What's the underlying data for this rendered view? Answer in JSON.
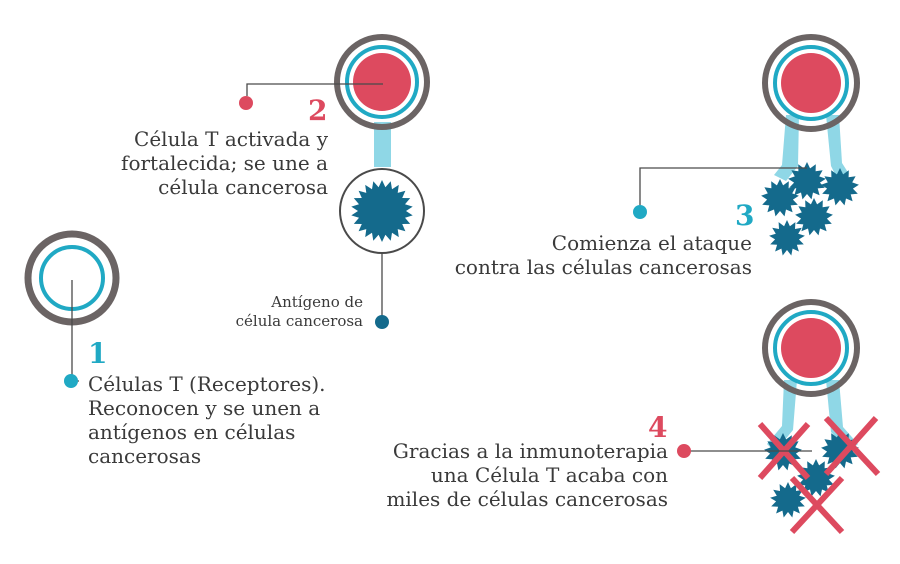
{
  "colors": {
    "cell_ring": "#6b6464",
    "receptor": "#20a9c4",
    "core": "#dd4a5f",
    "cancer": "#146a8c",
    "bond": "#8fd7e6",
    "cross": "#dd4a5f",
    "line": "#4a4a4a"
  },
  "steps": [
    {
      "number": "1",
      "number_color": "#20a9c4",
      "lines": [
        "Células T (Receptores).",
        "Reconocen y se unen a",
        "antígenos en células",
        "cancerosas"
      ]
    },
    {
      "number": "2",
      "number_color": "#dd4a5f",
      "lines": [
        "Célula T activada y",
        "fortalecida; se une a",
        "célula cancerosa"
      ]
    },
    {
      "number": "3",
      "number_color": "#20a9c4",
      "lines": [
        "Comienza el ataque",
        "contra las células cancerosas"
      ]
    },
    {
      "number": "4",
      "number_color": "#dd4a5f",
      "lines": [
        "Gracias a la inmunoterapia",
        "una Célula T acaba con",
        "miles de células cancerosas"
      ]
    }
  ],
  "antigen_label": {
    "lines": [
      "Antígeno de",
      "célula cancerosa"
    ]
  },
  "icons": [
    "t-cell-icon",
    "activated-t-cell-icon",
    "cancer-cell-icon",
    "antigen-icon",
    "cross-mark-icon"
  ]
}
